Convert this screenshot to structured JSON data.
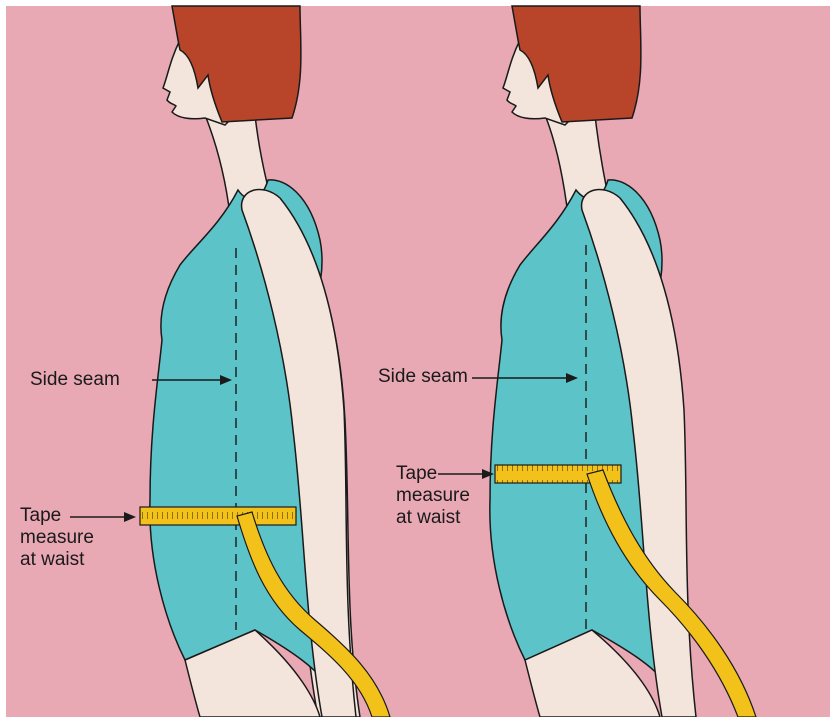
{
  "figures": [
    {
      "id": "left",
      "side_seam_label": "Side seam",
      "tape_label": "Tape\nmeasure\nat waist"
    },
    {
      "id": "right",
      "side_seam_label": "Side seam",
      "tape_label": "Tape\nmeasure\nat waist"
    }
  ],
  "colors": {
    "background": "#e8a8b4",
    "leotard": "#5cc4c8",
    "skin": "#f3e4dc",
    "hair": "#b8452a",
    "tape": "#f2c21a",
    "tape_edge": "#e89a10",
    "line": "#1a1a1a"
  }
}
